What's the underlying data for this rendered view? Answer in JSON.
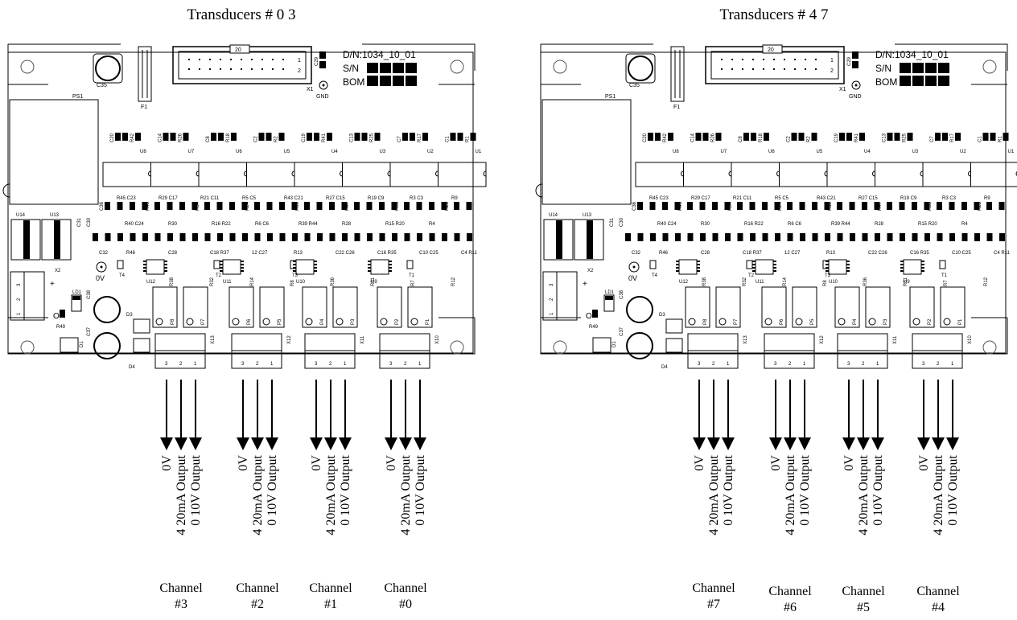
{
  "boards": [
    {
      "title": "Transducers # 0 3",
      "dn": "D/N:1034_10_01",
      "sn": "S/N",
      "bom": "BOM",
      "channels": [
        {
          "name": "Channel",
          "num": "#3",
          "pots": [
            "P8",
            "P7"
          ],
          "conn": "X13",
          "ic": "U12"
        },
        {
          "name": "Channel",
          "num": "#2",
          "pots": [
            "P6",
            "P5"
          ],
          "conn": "X12",
          "ic": "U11"
        },
        {
          "name": "Channel",
          "num": "#1",
          "pots": [
            "P4",
            "P3"
          ],
          "conn": "X11",
          "ic": "U10"
        },
        {
          "name": "Channel",
          "num": "#0",
          "pots": [
            "P2",
            "P1"
          ],
          "conn": "X10",
          "ic": "U9"
        }
      ]
    },
    {
      "title": "Transducers # 4 7",
      "dn": "D/N:1034_10_01",
      "sn": "S/N",
      "bom": "BOM",
      "channels": [
        {
          "name": "Channel",
          "num": "#7",
          "pots": [
            "P8",
            "P7"
          ],
          "conn": "X13",
          "ic": "U12"
        },
        {
          "name": "Channel",
          "num": "#6",
          "pots": [
            "P6",
            "P5"
          ],
          "conn": "X12",
          "ic": "U11"
        },
        {
          "name": "Channel",
          "num": "#5",
          "pots": [
            "P4",
            "P3"
          ],
          "conn": "X11",
          "ic": "U10"
        },
        {
          "name": "Channel",
          "num": "#4",
          "pots": [
            "P2",
            "P1"
          ],
          "conn": "X10",
          "ic": "U9"
        }
      ]
    }
  ],
  "outputs": [
    "0V",
    "4 20mA Output",
    "0 10V Output"
  ],
  "pins": [
    "3",
    "2",
    "1"
  ],
  "header": {
    "pin_count": "20",
    "row1_pin": "1",
    "row2_pin": "2",
    "ref": "X1",
    "cap": "C29",
    "gnd": "GND"
  },
  "parts": {
    "top_cap": "C35",
    "ps": "PS1",
    "fuse": "F1",
    "u14": "U14",
    "u13": "U13",
    "x2": "X2",
    "zero_v": "0V",
    "c31": "C31",
    "c30": "C30",
    "c32": "C32",
    "c36": "C36",
    "ld1": "LD1",
    "r49": "R49",
    "o_mark": "O",
    "plus": "+",
    "c38": "C38",
    "c37": "C37",
    "d1": "D1",
    "d3": "D3",
    "d4": "D4",
    "x2_pins": [
      "3",
      "2",
      "1"
    ]
  },
  "upper_groups": [
    {
      "c": "C20",
      "r": "R42",
      "u": "U8"
    },
    {
      "c": "C14",
      "r": "R26",
      "u": "U7"
    },
    {
      "c": "C8",
      "r": "R18",
      "u": "U6"
    },
    {
      "c": "C2",
      "r": "R2",
      "u": "U5"
    },
    {
      "c": "C19",
      "r": "R41",
      "u": "U4"
    },
    {
      "c": "C13",
      "r": "R25",
      "u": "U3"
    },
    {
      "c": "C7",
      "r": "R17",
      "u": "U2"
    },
    {
      "c": "C1",
      "r": "R1",
      "u": "U1"
    }
  ],
  "res_row1": [
    "R45 C23",
    "R29 C17",
    "R21 C11",
    "R5 C5",
    "R43 C21",
    "R27 C15",
    "R19 C9",
    "R3 C3",
    "R9"
  ],
  "res_row1_vert": [
    "R48",
    "R34",
    "R24",
    "R10",
    "R47",
    "R33",
    "R23"
  ],
  "res_row2": [
    "R40 C24",
    "R30",
    "R16 R22",
    "R6 C6",
    "R39 R44",
    "R28",
    "R15 R20",
    "R4"
  ],
  "res_row3": [
    "R46",
    "C28",
    "C18 R37",
    "12 C27",
    "R13",
    "C22 C26",
    "C16 R35",
    "C10 C25",
    "C4 R11"
  ],
  "transistors": [
    "T4",
    "T2",
    "T3",
    "T1"
  ],
  "misc_vert": [
    "R38",
    "R32",
    "R14",
    "R8",
    "R36",
    "R31",
    "R7",
    "R12"
  ]
}
